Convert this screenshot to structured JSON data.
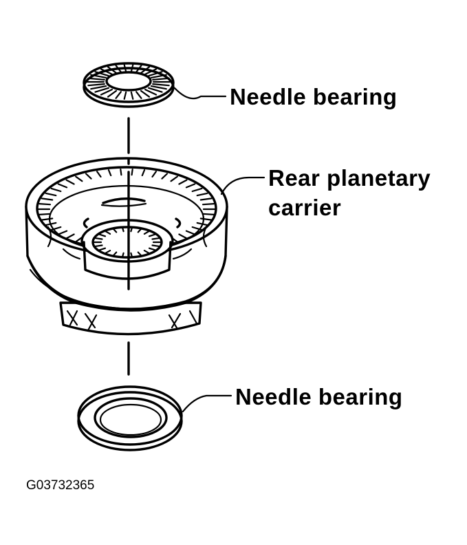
{
  "labels": {
    "top_bearing": "Needle bearing",
    "carrier_line1": "Rear planetary",
    "carrier_line2": "carrier",
    "bottom_bearing": "Needle bearing"
  },
  "figure_id": "G03732365"
}
